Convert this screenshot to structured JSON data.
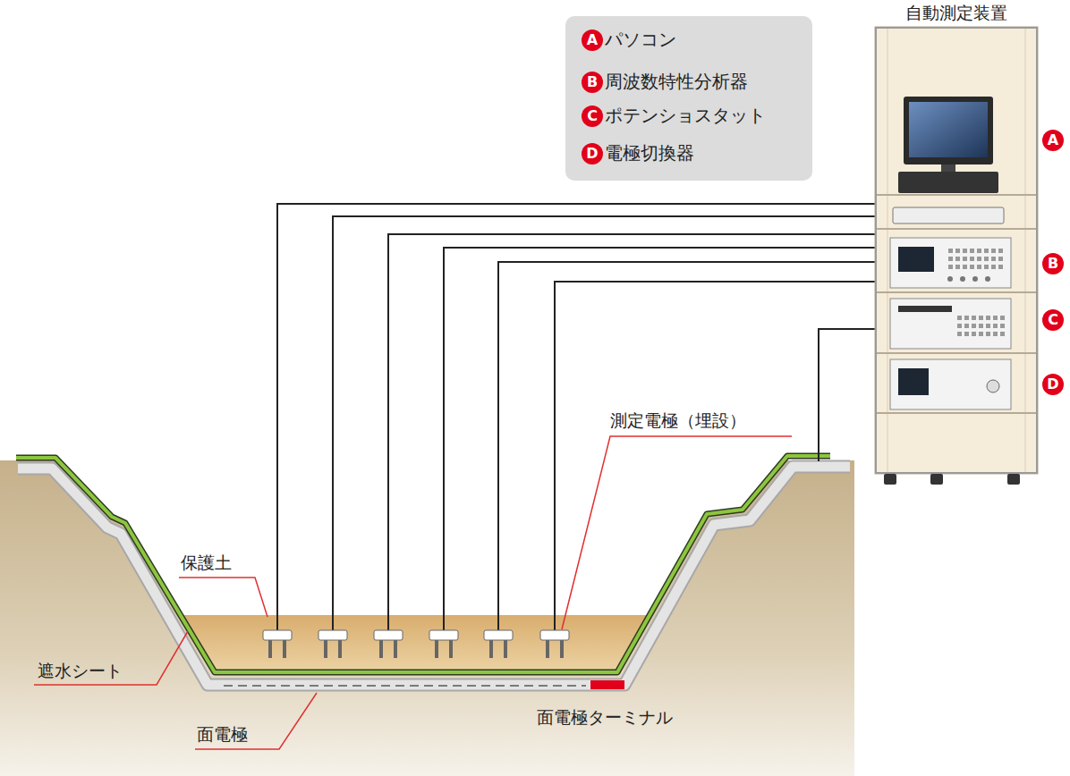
{
  "diagram": {
    "nodes": [
      {
        "text": [
          "パソコン",
          "周波数特性分析器",
          "ポテンショスタット",
          "電極切換器"
        ]
      },
      {
        "text": [
          "A"
        ],
        "in": 0
      },
      {
        "text": [
          "B"
        ],
        "in": 0
      },
      {
        "text": [
          "C"
        ],
        "in": 0
      },
      {
        "text": [
          "D"
        ],
        "in": 0
      },
      {
        "text": [
          "自動測定装置"
        ]
      },
      {
        "text": [
          "A"
        ]
      },
      {
        "text": [
          "B"
        ]
      },
      {
        "text": [
          "C"
        ]
      },
      {
        "text": [
          "D"
        ]
      }
    ],
    "labels": [
      "測定電極（埋設）",
      "保護土",
      "遮水シート",
      "面電極",
      "面電極ターミナル"
    ]
  }
}
